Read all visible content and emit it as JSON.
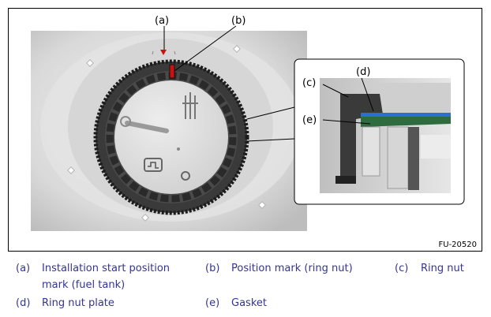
{
  "diagram": {
    "callouts": {
      "a": "(a)",
      "b": "(b)",
      "c": "(c)",
      "d": "(d)",
      "e": "(e)"
    },
    "figure_id": "FU-20520"
  },
  "legend": [
    {
      "key": "(a)",
      "text": "Installation start position mark (fuel tank)"
    },
    {
      "key": "(b)",
      "text": "Position mark (ring nut)"
    },
    {
      "key": "(c)",
      "text": "Ring nut"
    },
    {
      "key": "(d)",
      "text": "Ring nut plate"
    },
    {
      "key": "(e)",
      "text": "Gasket"
    }
  ],
  "colors": {
    "legend_text": "#333399",
    "position_mark": "#cc1111",
    "gasket": "#2b6fd1",
    "ring_nut": "#2a2a2a"
  }
}
